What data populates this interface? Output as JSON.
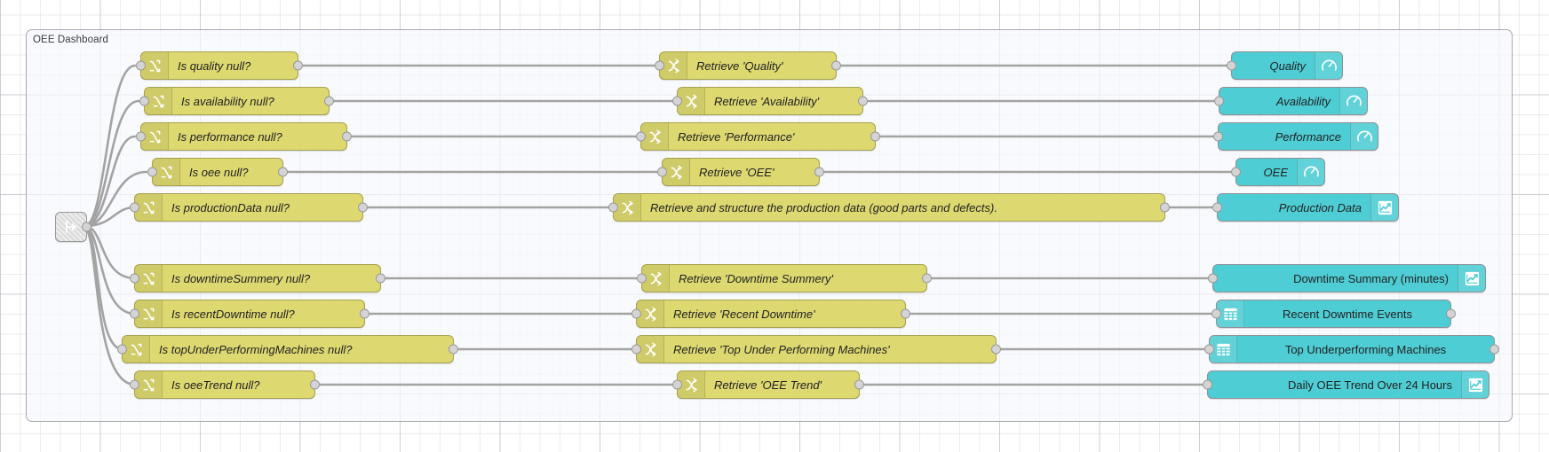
{
  "editor": {
    "app": "node-red-flow-editor",
    "canvas_background": "#ffffff",
    "grid_color": "#bec3cd"
  },
  "group": {
    "label": "OEE Dashboard",
    "border_color": "#a7a7ad",
    "fill_color": "#f6f8fc"
  },
  "palette": {
    "switch_node_color": "#ddd870",
    "ui_node_color": "#4ecdd4",
    "inject_node_color": "#d9d9d9",
    "wire_color": "#a3a3a3",
    "port_color": "#d4d4d4"
  },
  "inject": {
    "name": "inject-timestamp",
    "icon": "inject-arrow-icon"
  },
  "rows": [
    {
      "switch": {
        "label": "Is quality null?",
        "icon": "switch-icon"
      },
      "change": {
        "label": "Retrieve 'Quality'",
        "icon": "switch-icon"
      },
      "ui": {
        "label": "Quality",
        "icon": "gauge-icon",
        "italic": true
      }
    },
    {
      "switch": {
        "label": "Is availability null?",
        "icon": "switch-icon"
      },
      "change": {
        "label": "Retrieve 'Availability'",
        "icon": "switch-icon"
      },
      "ui": {
        "label": "Availability",
        "icon": "gauge-icon",
        "italic": true
      }
    },
    {
      "switch": {
        "label": "Is performance null?",
        "icon": "switch-icon"
      },
      "change": {
        "label": "Retrieve 'Performance'",
        "icon": "switch-icon"
      },
      "ui": {
        "label": "Performance",
        "icon": "gauge-icon",
        "italic": true
      }
    },
    {
      "switch": {
        "label": "Is oee null?",
        "icon": "switch-icon"
      },
      "change": {
        "label": "Retrieve 'OEE'",
        "icon": "switch-icon"
      },
      "ui": {
        "label": "OEE",
        "icon": "gauge-icon",
        "italic": true
      }
    },
    {
      "switch": {
        "label": "Is productionData null?",
        "icon": "switch-icon"
      },
      "change": {
        "label": "Retrieve and structure the production data (good parts and defects).",
        "icon": "switch-icon"
      },
      "ui": {
        "label": "Production Data",
        "icon": "chart-icon",
        "italic": true
      }
    },
    {
      "switch": {
        "label": "Is downtimeSummery null?",
        "icon": "switch-icon"
      },
      "change": {
        "label": "Retrieve 'Downtime Summery'",
        "icon": "switch-icon"
      },
      "ui": {
        "label": "Downtime Summary (minutes)",
        "icon": "chart-icon",
        "italic": false
      }
    },
    {
      "switch": {
        "label": "Is recentDowntime null?",
        "icon": "switch-icon"
      },
      "change": {
        "label": "Retrieve 'Recent Downtime'",
        "icon": "switch-icon"
      },
      "ui": {
        "label": "Recent Downtime Events",
        "icon": "table-icon",
        "italic": false,
        "icon_side": "left"
      }
    },
    {
      "switch": {
        "label": "Is topUnderPerformingMachines null?",
        "icon": "switch-icon"
      },
      "change": {
        "label": "Retrieve 'Top Under Performing Machines'",
        "icon": "switch-icon"
      },
      "ui": {
        "label": "Top Underperforming Machines",
        "icon": "table-icon",
        "italic": false,
        "icon_side": "left"
      }
    },
    {
      "switch": {
        "label": "Is oeeTrend null?",
        "icon": "switch-icon"
      },
      "change": {
        "label": "Retrieve 'OEE Trend'",
        "icon": "switch-icon"
      },
      "ui": {
        "label": "Daily OEE Trend Over 24 Hours",
        "icon": "chart-icon",
        "italic": false
      }
    }
  ]
}
